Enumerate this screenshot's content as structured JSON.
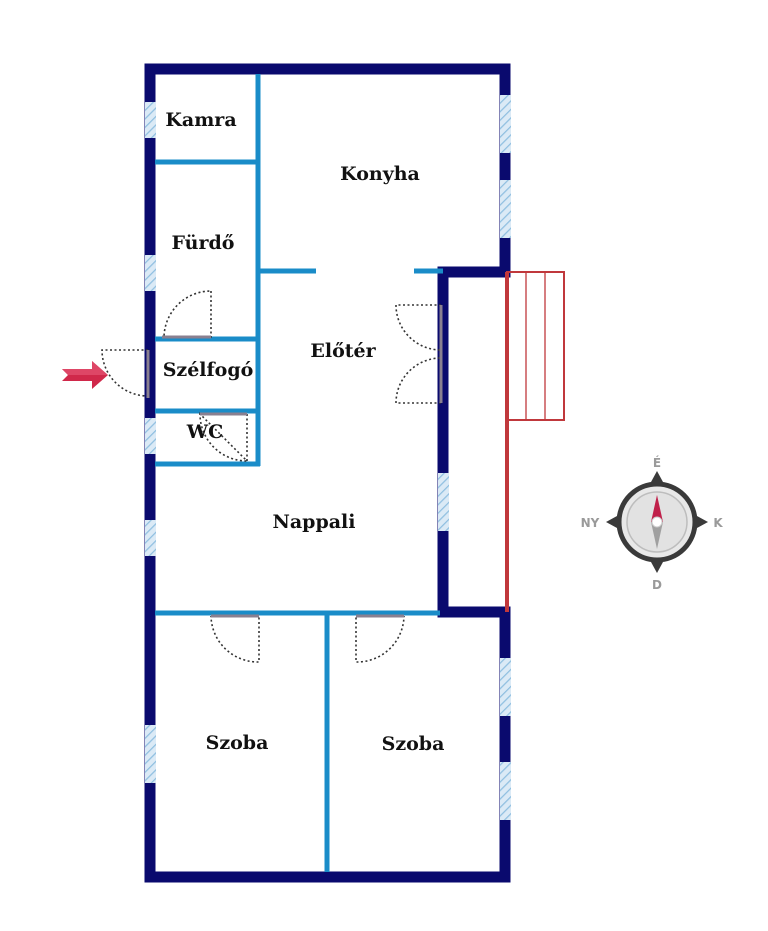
{
  "rooms": {
    "kamra": "Kamra",
    "konyha": "Konyha",
    "furdo": "Fürdő",
    "eloter": "Előtér",
    "szelfogo": "Szélfogó",
    "wc": "WC",
    "nappali": "Nappali",
    "szoba_left": "Szoba",
    "szoba_right": "Szoba"
  },
  "compass": {
    "north": "É",
    "south": "D",
    "east": "K",
    "west": "NY"
  },
  "colors": {
    "outer_wall": "#0a0a6e",
    "inner_wall": "#1a8cc8",
    "window_hatch": "#a8cde8",
    "stairs": "#c0383c",
    "entrance_arrow": "#d0284a",
    "compass_ring": "#3a3a3a",
    "compass_north": "#c0204a",
    "compass_south": "#a0a0a0"
  },
  "icons": {
    "entrance": "entrance-arrow-icon",
    "compass": "compass-icon"
  }
}
